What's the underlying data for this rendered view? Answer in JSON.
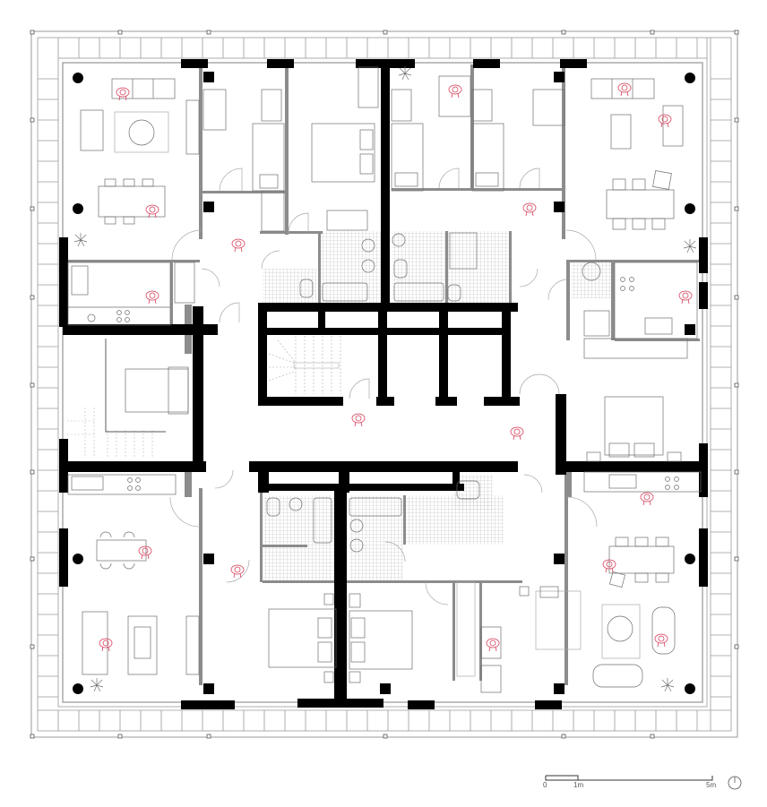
{
  "drawing": {
    "type": "architectural floor plan",
    "description": "Typical residential floor: four corner apartments plus one duplex unit around a central core with stair and shafts",
    "colors": {
      "structural_wall": "#000000",
      "partition_wall": "#8c8c8c",
      "furniture_line": "#6e6e6e",
      "people_figures": "#d6405a",
      "balcony_grid": "#9a9a9a",
      "wet_room_tile": "#b8b8b8"
    }
  },
  "scale_bar": {
    "labels": [
      "0",
      "1m",
      "5m"
    ],
    "label_0": "0",
    "label_1m": "1m",
    "label_5m": "5m"
  },
  "north_arrow": {
    "icon": "north-arrow-icon"
  },
  "units": [
    {
      "id": "nw",
      "rooms": [
        "living-dining",
        "bedroom",
        "bedroom",
        "bathroom",
        "wc",
        "kitchen"
      ]
    },
    {
      "id": "ne",
      "rooms": [
        "living-dining",
        "bedroom",
        "bedroom",
        "bathroom",
        "wc",
        "kitchen"
      ]
    },
    {
      "id": "w-duplex",
      "rooms": [
        "bedroom",
        "stair"
      ]
    },
    {
      "id": "e",
      "rooms": [
        "bedroom",
        "kitchen",
        "bathroom"
      ]
    },
    {
      "id": "sw",
      "rooms": [
        "living-dining",
        "kitchen",
        "bedroom",
        "bathroom"
      ]
    },
    {
      "id": "se",
      "rooms": [
        "living-dining",
        "kitchen",
        "bedroom",
        "study",
        "bathroom"
      ]
    }
  ],
  "core": {
    "elements": [
      "stair",
      "elevator-shaft",
      "shaft",
      "corridor"
    ]
  }
}
